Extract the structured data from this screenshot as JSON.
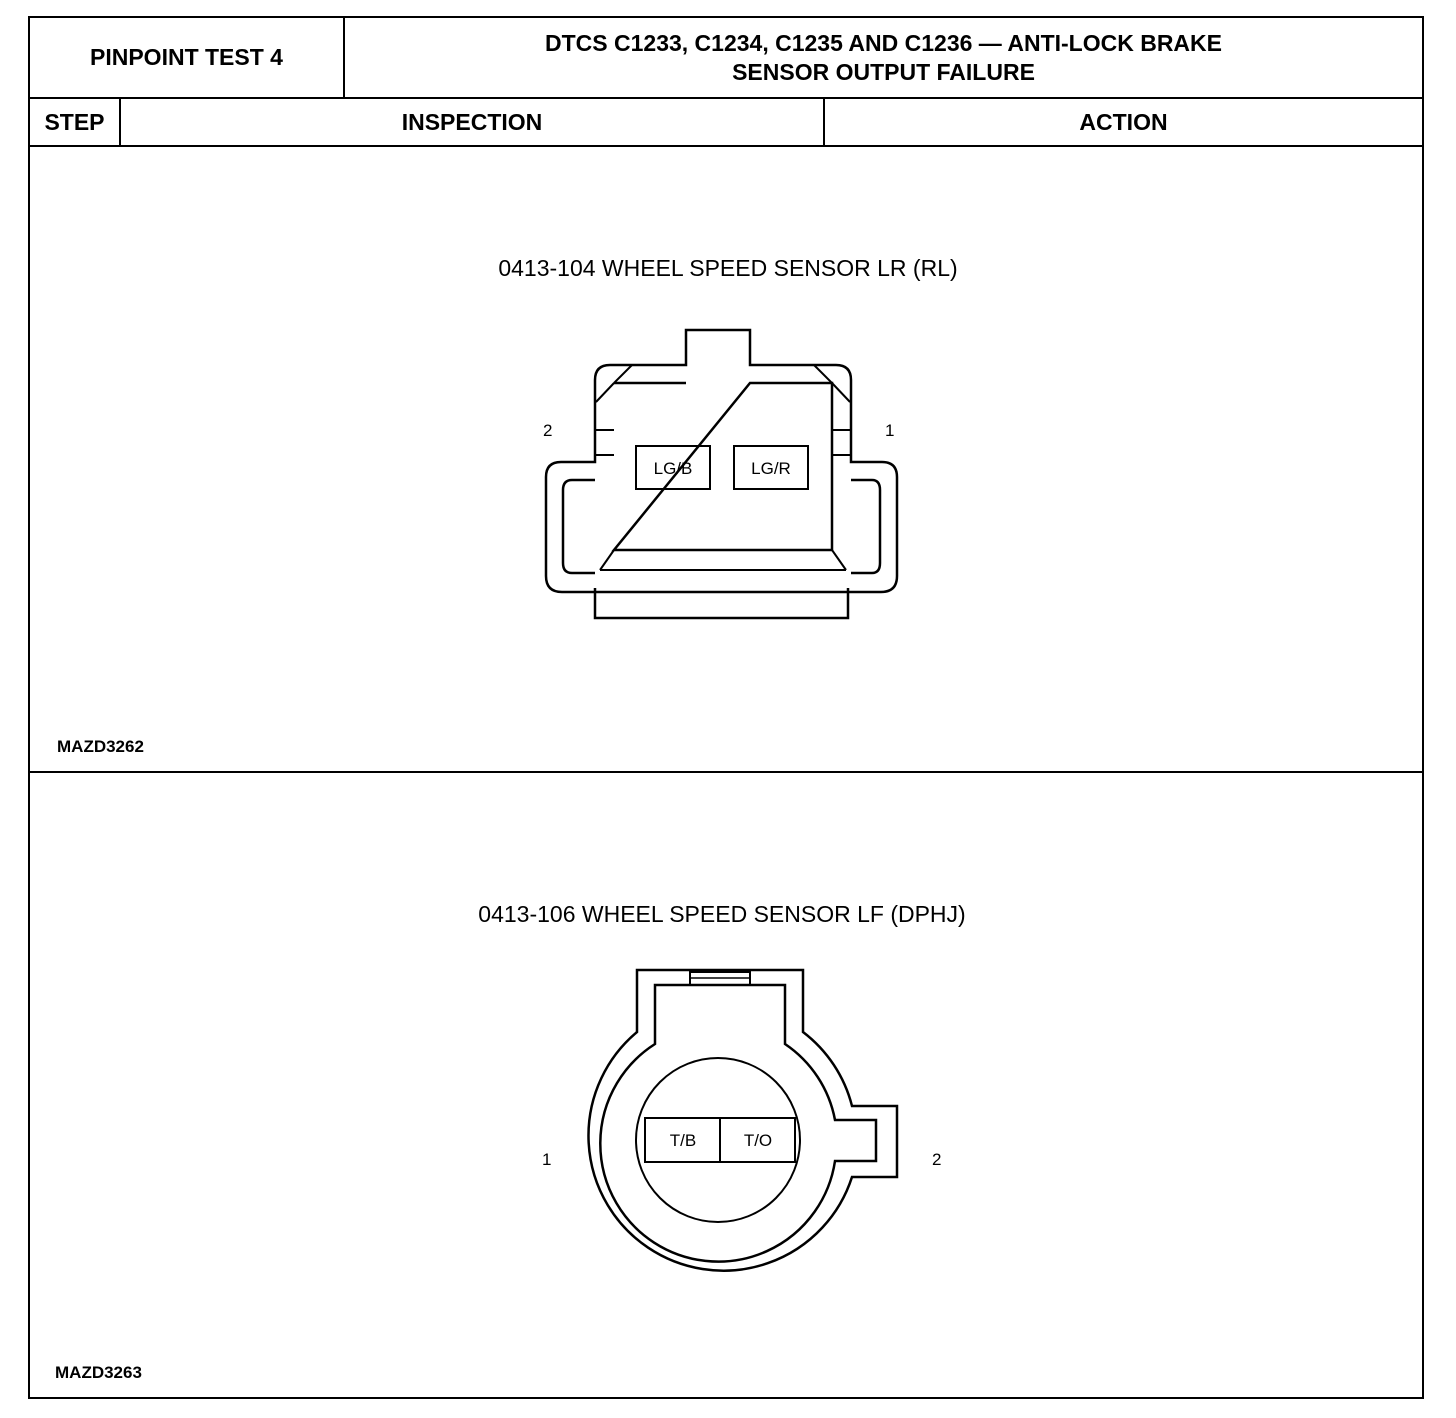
{
  "header": {
    "test_label": "PINPOINT TEST 4",
    "title_line1": "DTCS C1233, C1234, C1235 AND C1236 — ANTI-LOCK BRAKE",
    "title_line2": "SENSOR OUTPUT FAILURE"
  },
  "columns": {
    "step": "STEP",
    "inspection": "INSPECTION",
    "action": "ACTION"
  },
  "figures": [
    {
      "caption": "0413-104 WHEEL SPEED SENSOR LR (RL)",
      "pin_left": "2",
      "pin_right": "1",
      "terminals": [
        "LG/B",
        "LG/R"
      ],
      "figure_id": "MAZD3262"
    },
    {
      "caption": "0413-106 WHEEL SPEED SENSOR LF (DPHJ)",
      "pin_left": "1",
      "pin_right": "2",
      "terminals": [
        "T/B",
        "T/O"
      ],
      "figure_id": "MAZD3263"
    }
  ]
}
